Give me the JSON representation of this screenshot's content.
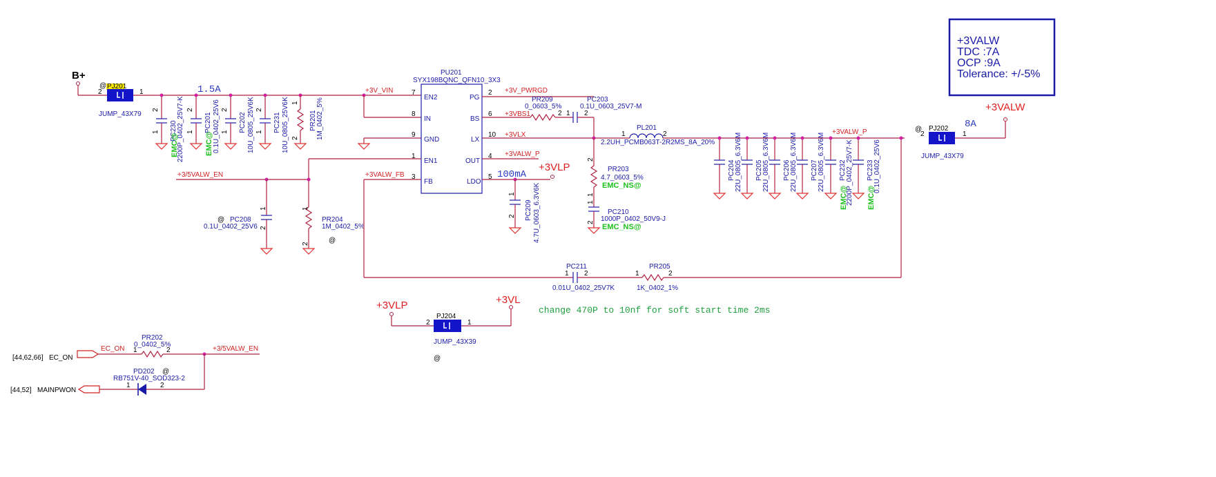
{
  "nets": {
    "bplus": "B+",
    "v3vin": "+3V_VIN",
    "en35": "+3/5VALW_EN",
    "en35b": "+3/5VALW_EN",
    "pwrgd": "+3V_PWRGD",
    "vbs1": "+3VBS1",
    "vlx": "+3VLX",
    "valwp_out": "+3VALW_P",
    "valwp_bus": "+3VALW_P",
    "valwfb": "+3VALW_FB",
    "vlp1": "+3VLP",
    "vlp2": "+3VLP",
    "vl": "+3VL",
    "valw": "+3VALW",
    "ec_on": "EC_ON",
    "ec_on_ref": "[44,62,66]",
    "ec_on_port": "EC_ON",
    "mainpwon_ref": "[44,52]",
    "mainpwon_port": "MAINPWON"
  },
  "currents": {
    "in": "1.5A",
    "ldo": "100mA",
    "out": "8A"
  },
  "ic": {
    "ref": "PU201",
    "part": "SYX198BQNC_QFN10_3X3",
    "left_pins": [
      {
        "name": "EN2",
        "num": "7"
      },
      {
        "name": "IN",
        "num": "8"
      },
      {
        "name": "GND",
        "num": "9"
      },
      {
        "name": "EN1",
        "num": "1"
      },
      {
        "name": "FB",
        "num": "3"
      }
    ],
    "right_pins": [
      {
        "name": "PG",
        "num": "2"
      },
      {
        "name": "BS",
        "num": "6"
      },
      {
        "name": "LX",
        "num": "10"
      },
      {
        "name": "OUT",
        "num": "4"
      },
      {
        "name": "LDO",
        "num": "5"
      }
    ]
  },
  "jumpers": {
    "pj201": {
      "ref": "PJ201",
      "at": "@",
      "part": "JUMP_43X79",
      "p2": "2",
      "p1": "1"
    },
    "pj202": {
      "ref": "PJ202",
      "at": "@",
      "part": "JUMP_43X79",
      "p2": "2",
      "p1": "1"
    },
    "pj204": {
      "ref": "PJ204",
      "part": "JUMP_43X39",
      "p2": "2",
      "p1": "1",
      "at": "@"
    }
  },
  "input_caps": [
    {
      "ref": "PC230",
      "val": "2200P_0402_25V7-K",
      "emc": "EMC@"
    },
    {
      "ref": "PC201",
      "val": "0.1U_0402_25V6",
      "emc": "EMC@"
    },
    {
      "ref": "PC202",
      "val": "10U_0805_25V6K"
    },
    {
      "ref": "PC231",
      "val": "10U_0805_25V6K"
    }
  ],
  "pr201": {
    "ref": "PR201",
    "val": "1M_0402_5%"
  },
  "pc208": {
    "ref": "PC208",
    "at": "@",
    "val": "0.1U_0402_25V6"
  },
  "pr204": {
    "ref": "PR204",
    "val": "1M_0402_5%",
    "at": "@"
  },
  "pr209": {
    "ref": "PR209",
    "val": "0_0603_5%"
  },
  "pc203": {
    "ref": "PC203",
    "val": "0.1U_0603_25V7-M"
  },
  "pl201": {
    "ref": "PL201",
    "val": "2.2UH_PCMB063T-2R2MS_8A_20%"
  },
  "pr203": {
    "ref": "PR203",
    "val": "4.7_0603_5%",
    "emc": "EMC_NS@"
  },
  "pc210": {
    "ref": "PC210",
    "val": "1000P_0402_50V9-J",
    "emc": "EMC_NS@"
  },
  "pc209": {
    "ref": "PC209",
    "val": "4.7U_0603_6.3V6K"
  },
  "output_caps": [
    {
      "ref": "PC204",
      "val": "22U_0805_6.3V6M"
    },
    {
      "ref": "PC205",
      "val": "22U_0805_6.3V6M"
    },
    {
      "ref": "PC206",
      "val": "22U_0805_6.3V6M"
    },
    {
      "ref": "PC207",
      "val": "22U_0805_6.3V6M"
    },
    {
      "ref": "PC232",
      "val": "2200P_0402_25V7-K",
      "emc": "EMC@"
    },
    {
      "ref": "PC233",
      "val": "0.1U_0402_25V6",
      "emc": "EMC@"
    }
  ],
  "pc211": {
    "ref": "PC211",
    "val": "0.01U_0402_25V7K"
  },
  "pr205": {
    "ref": "PR205",
    "val": "1K_0402_1%"
  },
  "pr202": {
    "ref": "PR202",
    "val": "0_0402_5%"
  },
  "pd202": {
    "ref": "PD202",
    "at": "@",
    "val": "RB751V-40_SOD323-2"
  },
  "note": "change 470P to 10nf for soft start time 2ms",
  "spec": [
    "+3VALW",
    "TDC :7A",
    "OCP :9A",
    "Tolerance: +/-5%"
  ],
  "colors": {
    "wire": "#b02040",
    "part": "#1a1aa8",
    "power": "#e02020",
    "emc": "#20c020",
    "note": "#20a040"
  }
}
